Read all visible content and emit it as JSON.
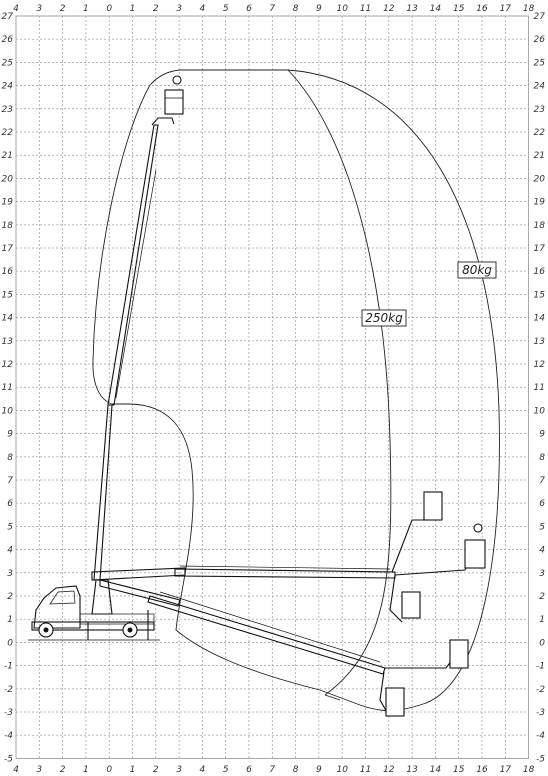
{
  "axes": {
    "x_ticks": [
      "4",
      "3",
      "2",
      "1",
      "0",
      "1",
      "2",
      "3",
      "4",
      "5",
      "6",
      "7",
      "8",
      "9",
      "10",
      "11",
      "12",
      "13",
      "14",
      "15",
      "16",
      "17",
      "18"
    ],
    "y_ticks": [
      "27",
      "26",
      "25",
      "24",
      "23",
      "22",
      "21",
      "20",
      "19",
      "18",
      "17",
      "16",
      "15",
      "14",
      "13",
      "12",
      "11",
      "10",
      "9",
      "8",
      "7",
      "6",
      "5",
      "4",
      "3",
      "2",
      "1",
      "0",
      "-1",
      "-2",
      "-3",
      "-4",
      "-5"
    ]
  },
  "load_zones": [
    {
      "label": "250kg"
    },
    {
      "label": "80kg"
    }
  ],
  "colors": {
    "grid": "#9a9a9a",
    "line": "#111111",
    "background": "#ffffff"
  }
}
